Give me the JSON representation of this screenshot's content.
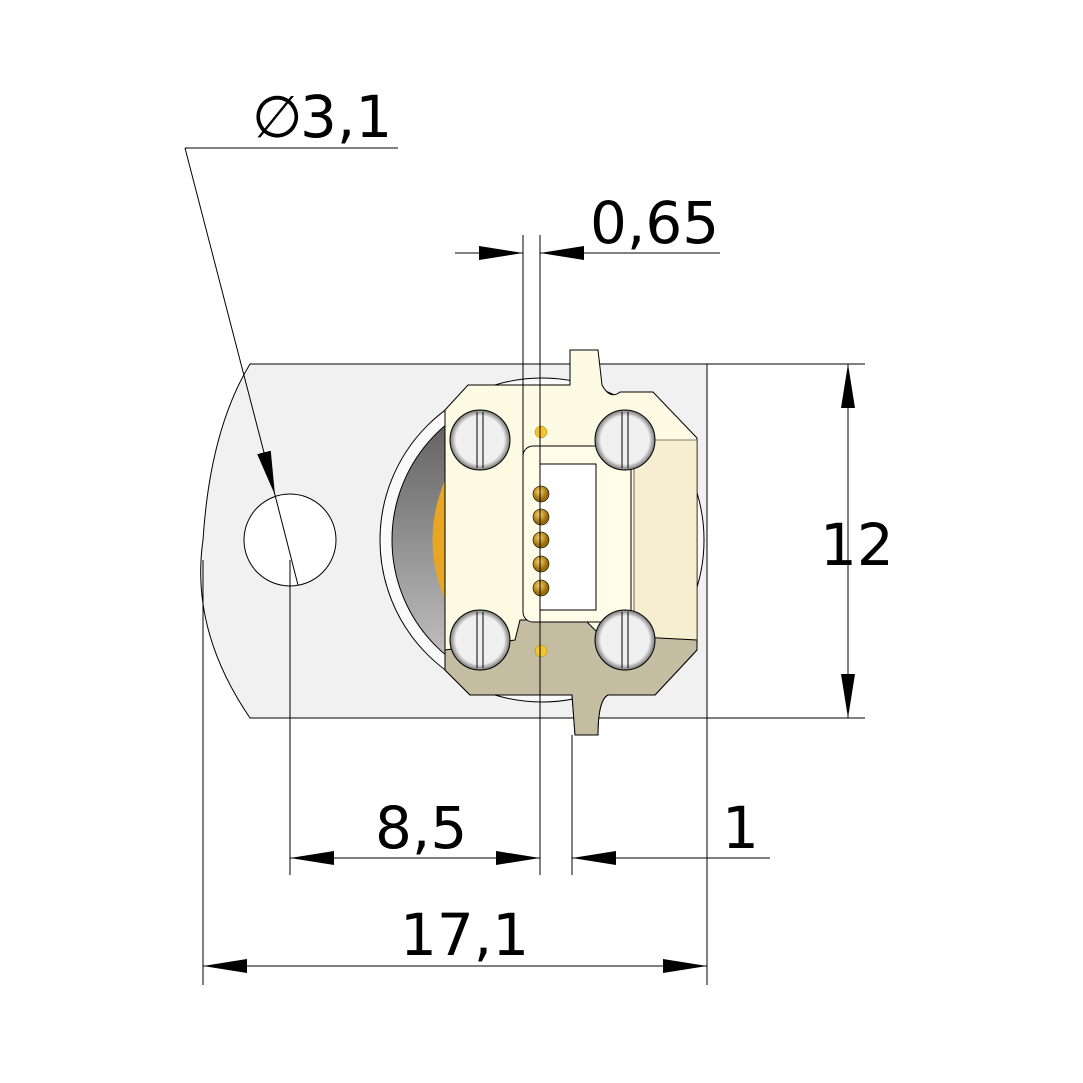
{
  "dimensions": {
    "hole_diameter": {
      "symbol": "∅",
      "value": "3,1"
    },
    "pin_pitch": "0,65",
    "height": "12",
    "hole_to_pin": "8,5",
    "pin_to_edge": "1",
    "total_width": "17,1"
  },
  "colors": {
    "plate": "#f1f1f1",
    "body": "#fdfbe3",
    "body_shadow": "#c4bda2",
    "pins": "#e0a21a",
    "lens": "#e8a624"
  }
}
